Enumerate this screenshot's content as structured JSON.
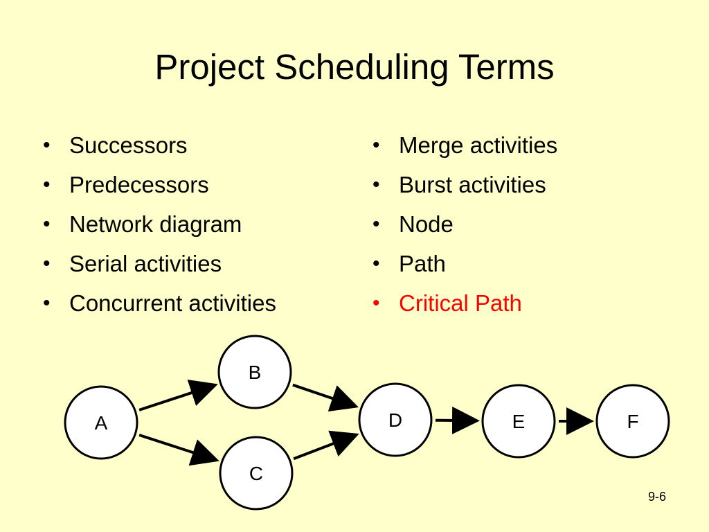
{
  "slide": {
    "title": "Project Scheduling Terms",
    "page_number": "9-6",
    "bullet_symbol": "•",
    "highlight_color": "#FF0000",
    "background_color": "#FFFFCC"
  },
  "left_list": [
    "Successors",
    "Predecessors",
    "Network diagram",
    "Serial activities",
    "Concurrent activities"
  ],
  "right_list": [
    "Merge activities",
    "Burst activities",
    "Node",
    "Path",
    "Critical Path"
  ],
  "network": {
    "nodes": [
      "A",
      "B",
      "C",
      "D",
      "E",
      "F"
    ],
    "edges": [
      [
        "A",
        "B"
      ],
      [
        "A",
        "C"
      ],
      [
        "B",
        "D"
      ],
      [
        "C",
        "D"
      ],
      [
        "D",
        "E"
      ],
      [
        "E",
        "F"
      ]
    ]
  }
}
